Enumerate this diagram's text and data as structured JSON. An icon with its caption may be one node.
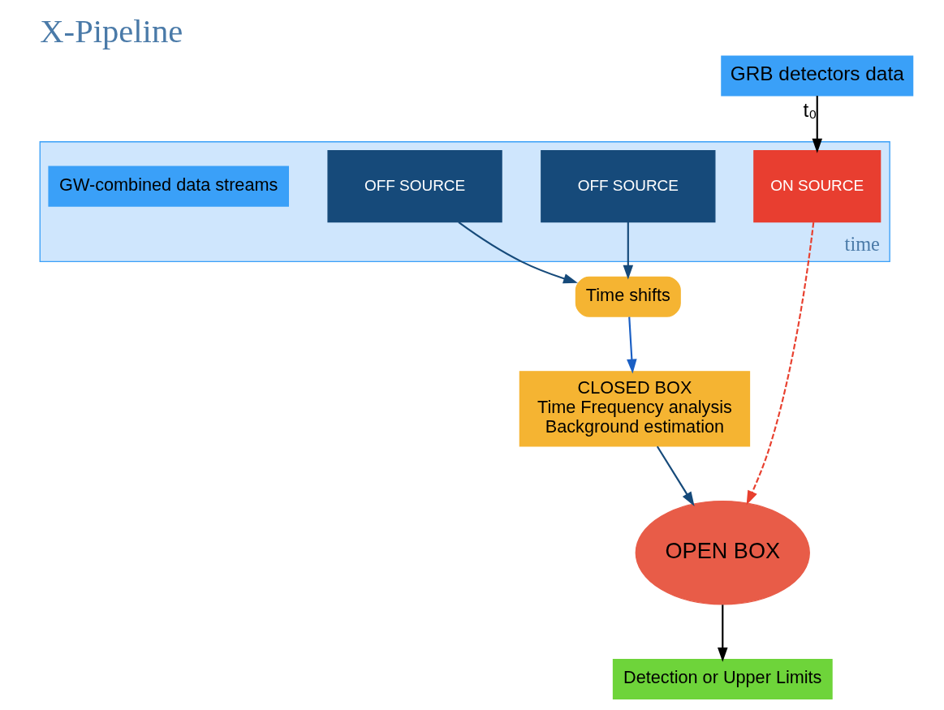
{
  "diagram": {
    "title": "X-Pipeline",
    "nodes": [
      {
        "text": [
          "GRB detectors data"
        ]
      },
      {
        "text": [
          "time"
        ]
      },
      {
        "text": [
          "GW-combined data streams"
        ],
        "in": 1
      },
      {
        "text": [
          "OFF SOURCE"
        ],
        "in": 1
      },
      {
        "text": [
          "ON SOURCE"
        ],
        "in": 1
      },
      {
        "text": [
          "OFF SOURCE"
        ],
        "in": 1
      },
      {
        "text": [
          "Time shifts"
        ]
      },
      {
        "text": [
          "CLOSED BOX",
          "Time Frequency analysis",
          "Background estimation"
        ]
      },
      {
        "text": [
          "OPEN BOX"
        ]
      },
      {
        "text": [
          "Detection or Upper Limits"
        ]
      }
    ],
    "edges": [
      {
        "from": 0,
        "to": 4,
        "arrow": "to",
        "label": "t₀",
        "color": "#000000"
      },
      {
        "from": 3,
        "to": 6,
        "arrow": "to"
      },
      {
        "from": 5,
        "to": 6,
        "arrow": "to"
      },
      {
        "from": 4,
        "to": 8,
        "arrow": "to",
        "style": "dashed",
        "color": "#e8402f"
      },
      {
        "from": 6,
        "to": 7,
        "arrow": "to",
        "color": "#1a5fc4"
      },
      {
        "from": 7,
        "to": 8,
        "arrow": "to"
      },
      {
        "from": 8,
        "to": 9,
        "arrow": "to",
        "color": "#000000"
      }
    ]
  }
}
